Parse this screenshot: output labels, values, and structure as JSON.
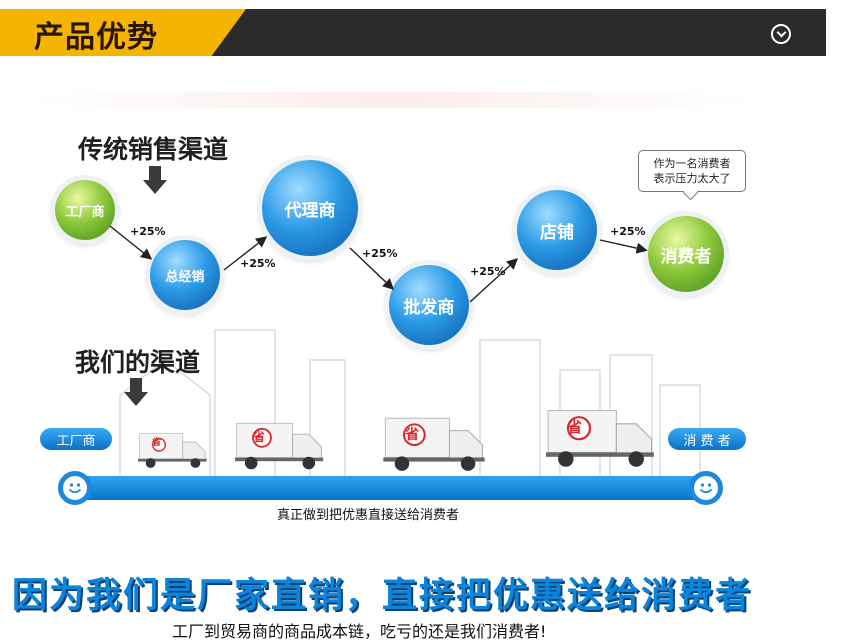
{
  "header": {
    "title": "产品优势",
    "accent_color": "#f5b400",
    "bar_color": "#2b2b2b",
    "toggle_icon": "chevron-down-circle-icon"
  },
  "traditional": {
    "heading": "传统销售渠道",
    "nodes": {
      "factory": "工厂商",
      "distributor": "总经销",
      "agent": "代理商",
      "wholesaler": "批发商",
      "store": "店铺",
      "consumer": "消费者"
    },
    "markups": [
      "+25%",
      "+25%",
      "+25%",
      "+25%",
      "+25%"
    ],
    "consumer_note_line1": "作为一名消费者",
    "consumer_note_line2": "表示压力太大了"
  },
  "ours": {
    "heading": "我们的渠道",
    "start_tag": "工厂商",
    "end_tag": "消 费 者",
    "truck_badge": "省",
    "caption": "真正做到把优惠直接送给消费者"
  },
  "slogan": "因为我们是厂家直销，直接把优惠送给消费者",
  "footnote": "工厂到贸易商的商品成本链，吃亏的还是我们消费者!"
}
